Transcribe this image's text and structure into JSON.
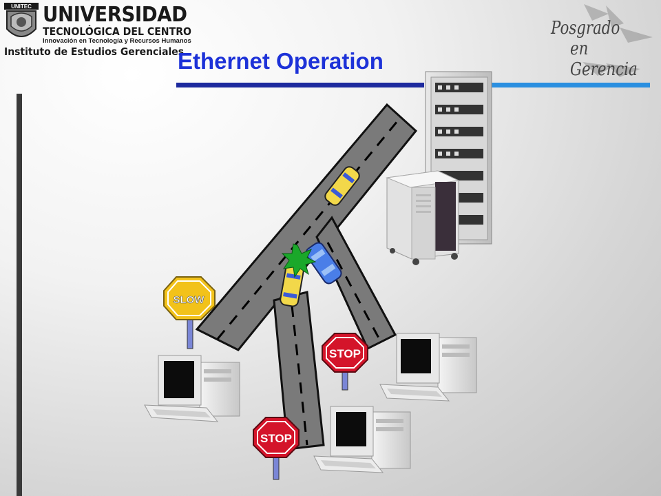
{
  "header": {
    "university_name": "UNIVERSIDAD",
    "university_sub": "TECNOLÓGICA DEL CENTRO",
    "tagline": "Innovación en Tecnología y Recursos Humanos",
    "institute": "Instituto de Estudios Gerenciales",
    "badge_text": "UNITEC",
    "program_line1": "Posgrado",
    "program_line2": "en Gerencia"
  },
  "slide": {
    "title": "Ethernet Operation"
  },
  "signs": {
    "slow": "SLOW",
    "stop_right": "STOP",
    "stop_bottom": "STOP"
  },
  "colors": {
    "title": "#1d32d8",
    "rule_dark": "#1d2a9e",
    "rule_light": "#2a8fe0",
    "road": "#777777",
    "car_yellow": "#f2d84a",
    "car_blue": "#4a7ee8",
    "stop_red": "#d4142a",
    "slow_yellow": "#f2c21a",
    "collision": "#1aa82a"
  }
}
